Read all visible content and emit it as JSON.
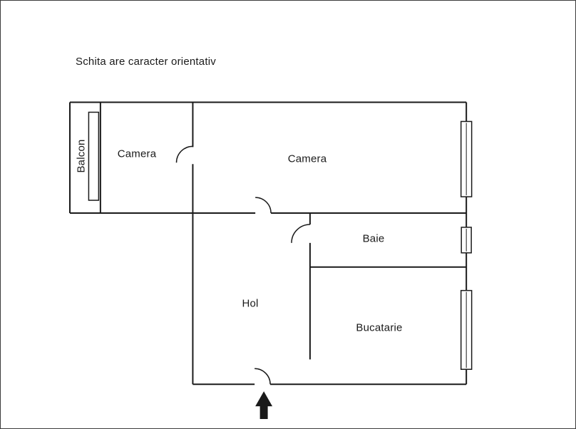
{
  "title": "Schita are caracter orientativ",
  "rooms": {
    "balcon": {
      "label": "Balcon"
    },
    "camera_left": {
      "label": "Camera"
    },
    "camera_right": {
      "label": "Camera"
    },
    "baie": {
      "label": "Baie"
    },
    "hol": {
      "label": "Hol"
    },
    "bucatarie": {
      "label": "Bucatarie"
    }
  },
  "colors": {
    "wall": "#1a1a1a",
    "background": "#ffffff"
  }
}
